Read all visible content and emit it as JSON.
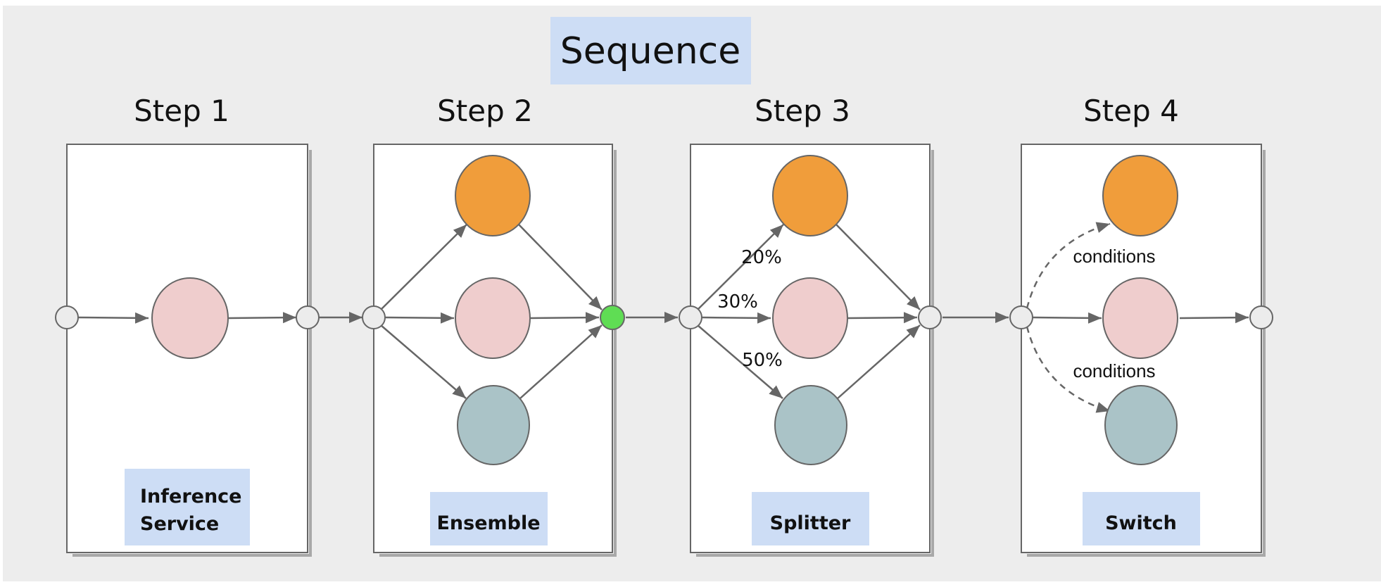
{
  "title": {
    "text": "Sequence"
  },
  "steps": [
    {
      "title": "Step 1",
      "label_line1": "Inference",
      "label_line2": "Service"
    },
    {
      "title": "Step 2",
      "label": "Ensemble"
    },
    {
      "title": "Step 3",
      "label": "Splitter",
      "percentages": [
        "20%",
        "30%",
        "50%"
      ]
    },
    {
      "title": "Step 4",
      "label": "Switch",
      "condition_labels": [
        "conditions",
        "conditions"
      ]
    }
  ],
  "colors": {
    "background": "#ededed",
    "box_fill": "#ffffff",
    "box_stroke": "#666666",
    "label_bg": "#cdddf5",
    "orange": "#f09d3b",
    "pink": "#efcdcd",
    "teal": "#aac3c7",
    "green": "#5fdd54",
    "port_fill": "#ececec",
    "edge": "#666666"
  }
}
